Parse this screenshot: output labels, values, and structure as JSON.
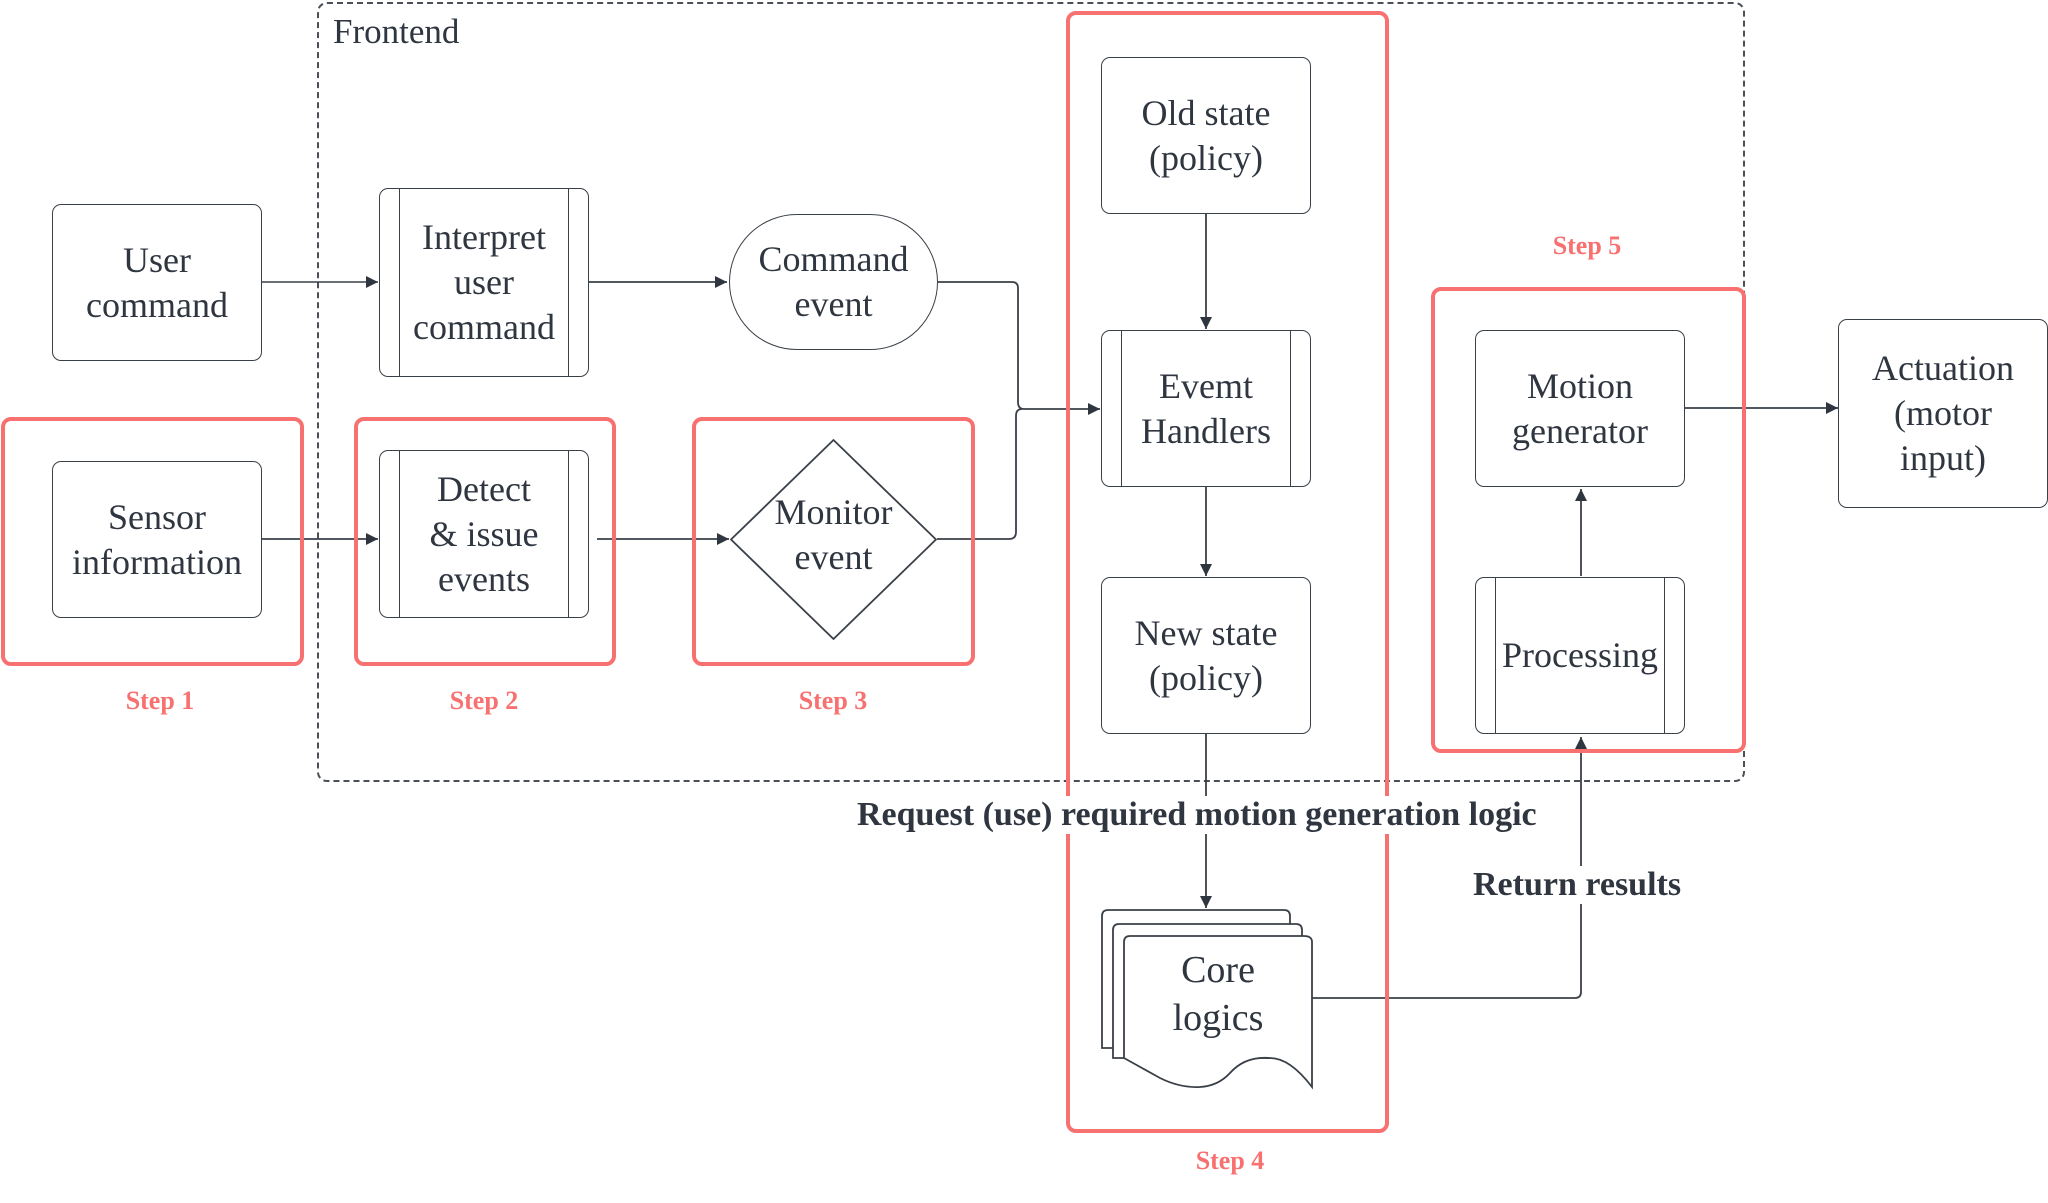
{
  "frame": {
    "title": "Frontend"
  },
  "nodes": {
    "user_command": "User\ncommand",
    "sensor_information": "Sensor\ninformation",
    "interpret_user_command": "Interpret\nuser\ncommand",
    "detect_issue_events": "Detect\n& issue\nevents",
    "command_event": "Command\nevent",
    "monitor_event": "Monitor\nevent",
    "old_state": "Old state\n(policy)",
    "event_handlers": "Evemt\nHandlers",
    "new_state": "New state\n(policy)",
    "core_logics": "Core\nlogics",
    "motion_generator": "Motion\ngenerator",
    "processing": "Processing",
    "actuation": "Actuation\n(motor\ninput)"
  },
  "edge_labels": {
    "request": "Request (use) required motion generation logic",
    "return": "Return results"
  },
  "steps": [
    "Step 1",
    "Step 2",
    "Step 3",
    "Step 4",
    "Step 5"
  ],
  "colors": {
    "step_accent": "#f87171",
    "stroke": "#3a4048"
  }
}
